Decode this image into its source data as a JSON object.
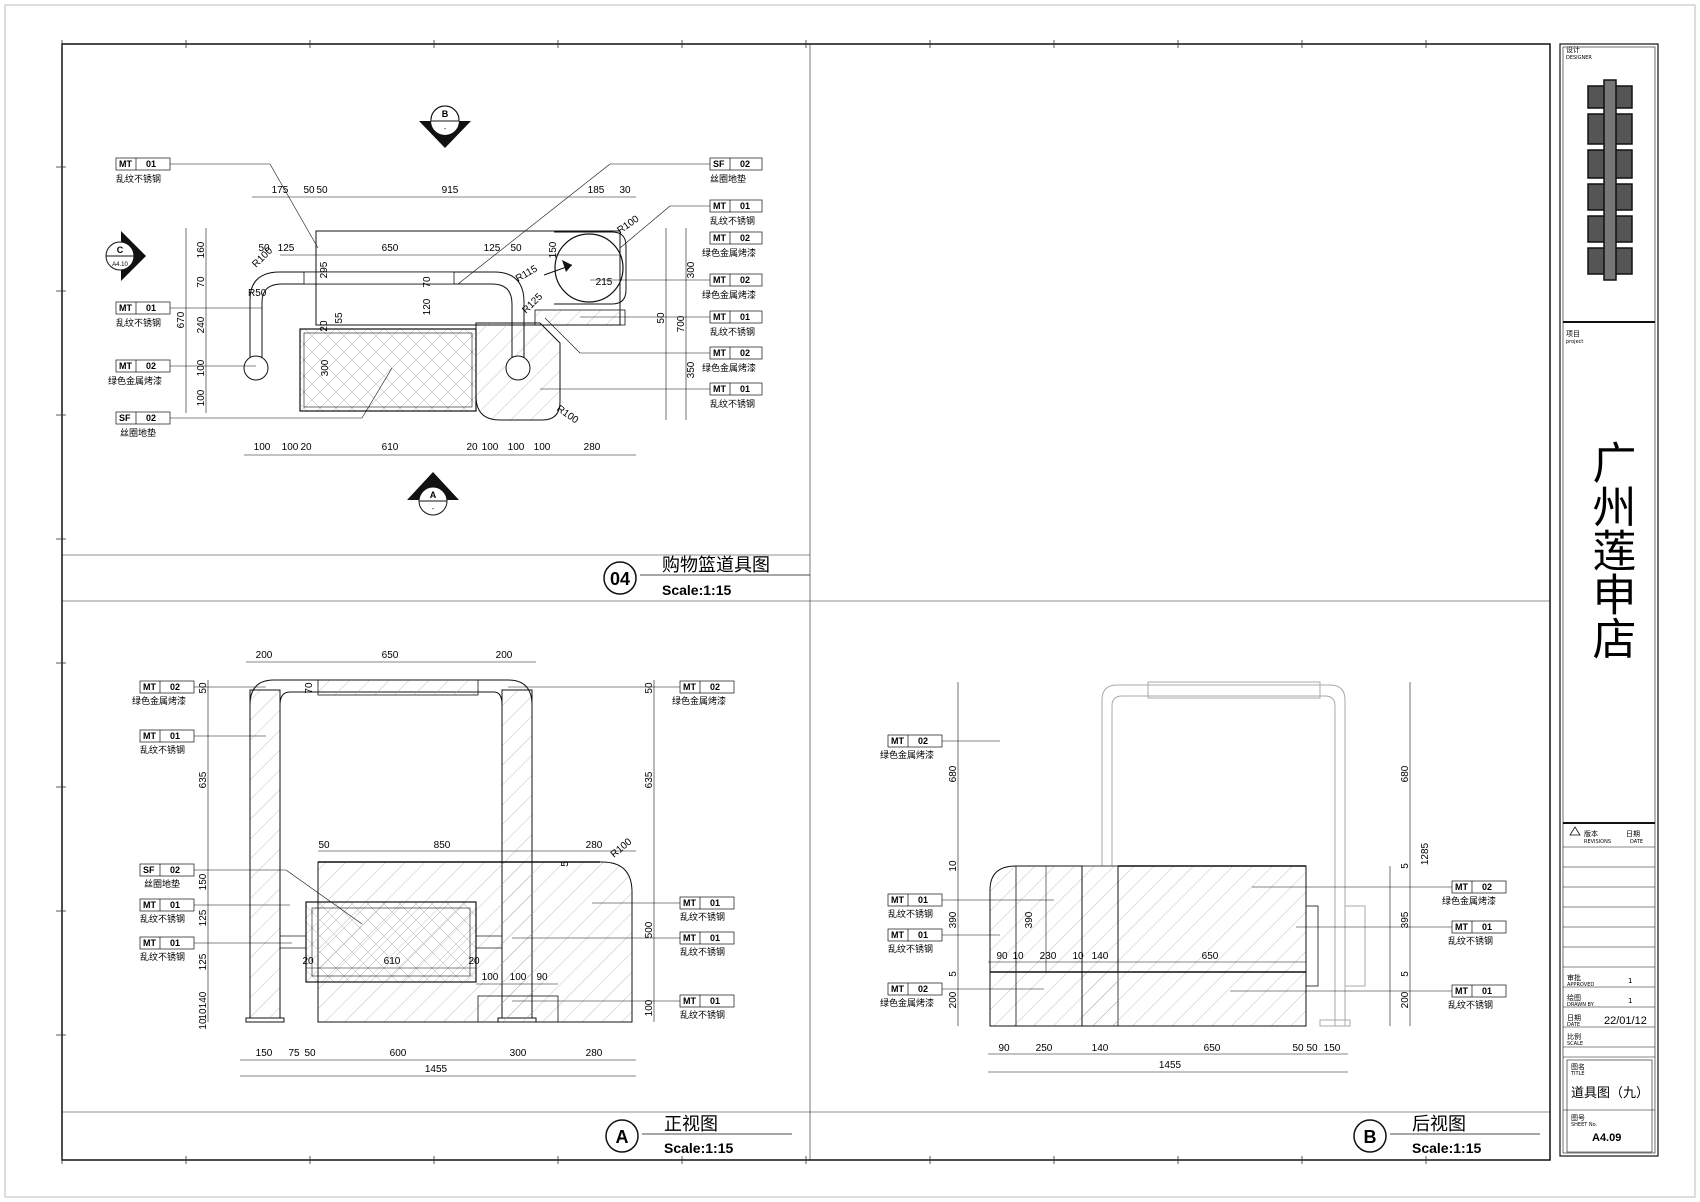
{
  "sheet": {
    "title_block": {
      "designer_cn": "设计",
      "designer_en": "DESIGNER",
      "project_cn": "项目",
      "project_en": "project",
      "project_name": "广州莲申店",
      "revision_cn": "版本",
      "revision_en": "REVISIONS",
      "date_cn": "日期",
      "date_en": "DATE",
      "approved_cn": "审批",
      "approved_en": "APPROVED",
      "approved_value": "1",
      "drawn_cn": "绘图",
      "drawn_en": "DRAWN BY",
      "drawn_value": "1",
      "date2_cn": "日期",
      "date2_en": "DATE",
      "date_value": "22/01/12",
      "scale_cn": "比例",
      "scale_en": "SCALE",
      "title_cn": "图名",
      "title_en": "TITLE",
      "drawing_title": "道具图（九）",
      "sheet_no_cn": "图号",
      "sheet_no_en": "SHEET No.",
      "sheet_no": "A4.09"
    },
    "views": {
      "plan": {
        "number": "04",
        "title": "购物篮道具图",
        "scale": "Scale:1:15"
      },
      "front": {
        "number": "A",
        "title": "正视图",
        "scale": "Scale:1:15"
      },
      "back": {
        "number": "B",
        "title": "后视图",
        "scale": "Scale:1:15"
      }
    },
    "section_markers": {
      "b_top": "B",
      "b_bottom": "-",
      "a_top": "A",
      "a_bottom": "-",
      "c_top": "C",
      "c_bottom": "A4.10"
    },
    "tags": {
      "mt01": {
        "code": "MT",
        "num": "01",
        "desc": "乱纹不锈钢"
      },
      "mt02": {
        "code": "MT",
        "num": "02",
        "desc": "绿色金属烤漆"
      },
      "sf02": {
        "code": "SF",
        "num": "02",
        "desc": "丝圈地垫"
      }
    },
    "plan_dims": {
      "top_row": [
        "175",
        "50",
        "50",
        "915",
        "185",
        "30"
      ],
      "second_row": [
        "50",
        "125",
        "650",
        "125",
        "50"
      ],
      "bottom_row": [
        "100",
        "100",
        "20",
        "610",
        "20",
        "100",
        "100",
        "100",
        "280"
      ],
      "left_col": [
        "160",
        "70",
        "240",
        "100",
        "100"
      ],
      "total_left": "670",
      "right_col": [
        "300",
        "50",
        "350"
      ],
      "total_right": "700",
      "inner": [
        "295",
        "70",
        "120",
        "20",
        "55",
        "300",
        "150",
        "215"
      ],
      "radii": [
        "R100",
        "R50",
        "R100",
        "R125",
        "R115",
        "R100"
      ]
    },
    "front_dims": {
      "top_row": [
        "200",
        "650",
        "200"
      ],
      "mid_row": [
        "50",
        "850",
        "280"
      ],
      "inner_row": [
        "20",
        "610",
        "20"
      ],
      "lower_row": [
        "100",
        "100",
        "90"
      ],
      "bottom_row": [
        "150",
        "75",
        "50",
        "600",
        "300",
        "280"
      ],
      "total": "1455",
      "left_col": [
        "50",
        "635",
        "150",
        "125",
        "125",
        "140",
        "10",
        "10"
      ],
      "right_col": [
        "50",
        "635",
        "500",
        "100"
      ],
      "inner": [
        "70",
        "5"
      ],
      "radius": "R100"
    },
    "back_dims": {
      "left_col": [
        "680",
        "10",
        "390",
        "5",
        "200"
      ],
      "inner": [
        "390"
      ],
      "mid_row": [
        "90",
        "10",
        "230",
        "10",
        "140",
        "650"
      ],
      "bottom_row": [
        "90",
        "250",
        "140",
        "650",
        "50",
        "50",
        "150"
      ],
      "total": "1455",
      "right_col": [
        "680",
        "5",
        "1285",
        "395",
        "5",
        "200"
      ]
    }
  }
}
